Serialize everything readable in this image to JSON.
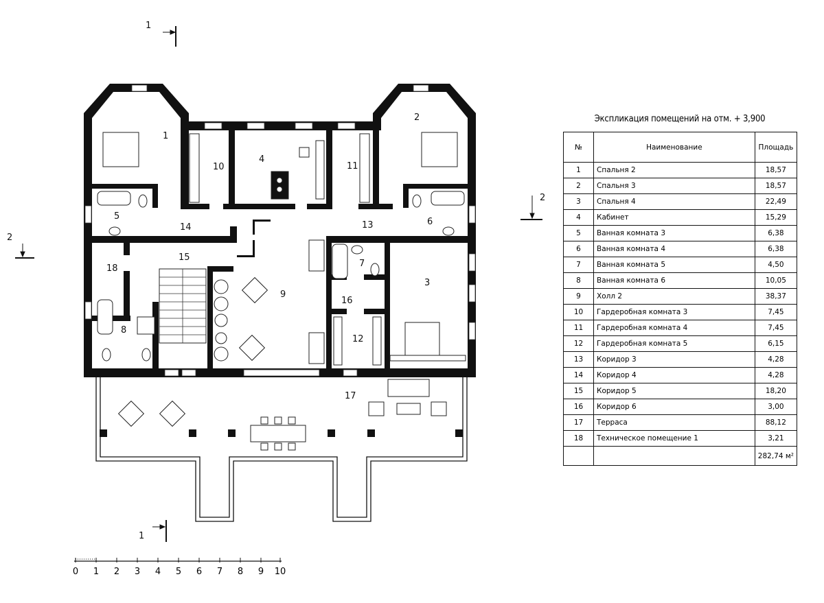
{
  "explication": {
    "title": "Экспликация помещений на отм. + 3,900",
    "headers": {
      "num": "№",
      "name": "Наименование",
      "area": "Площадь"
    },
    "rows": [
      {
        "num": "1",
        "name": "Спальня 2",
        "area": "18,57"
      },
      {
        "num": "2",
        "name": "Спальня 3",
        "area": "18,57"
      },
      {
        "num": "3",
        "name": "Спальня 4",
        "area": "22,49"
      },
      {
        "num": "4",
        "name": "Кабинет",
        "area": "15,29"
      },
      {
        "num": "5",
        "name": "Ванная комната 3",
        "area": "6,38"
      },
      {
        "num": "6",
        "name": "Ванная комната 4",
        "area": "6,38"
      },
      {
        "num": "7",
        "name": "Ванная комната 5",
        "area": "4,50"
      },
      {
        "num": "8",
        "name": "Ванная комната 6",
        "area": "10,05"
      },
      {
        "num": "9",
        "name": "Холл 2",
        "area": "38,37"
      },
      {
        "num": "10",
        "name": "Гардеробная комната 3",
        "area": "7,45"
      },
      {
        "num": "11",
        "name": "Гардеробная комната 4",
        "area": "7,45"
      },
      {
        "num": "12",
        "name": "Гардеробная комната 5",
        "area": "6,15"
      },
      {
        "num": "13",
        "name": "Коридор 3",
        "area": "4,28"
      },
      {
        "num": "14",
        "name": "Коридор 4",
        "area": "4,28"
      },
      {
        "num": "15",
        "name": "Коридор 5",
        "area": "18,20"
      },
      {
        "num": "16",
        "name": "Коридор 6",
        "area": "3,00"
      },
      {
        "num": "17",
        "name": "Терраса",
        "area": "88,12"
      },
      {
        "num": "18",
        "name": "Техническое помещение 1",
        "area": "3,21"
      }
    ],
    "total": "282,74 м²"
  },
  "plan": {
    "rooms": [
      "1",
      "2",
      "3",
      "4",
      "5",
      "6",
      "7",
      "8",
      "9",
      "10",
      "11",
      "12",
      "13",
      "14",
      "15",
      "16",
      "17",
      "18"
    ],
    "sections": {
      "s1_top": "1",
      "s1_bottom": "1",
      "s2_left": "2",
      "s2_right": "2"
    }
  },
  "scale_bar": {
    "labels": [
      "0",
      "1",
      "2",
      "3",
      "4",
      "5",
      "6",
      "7",
      "8",
      "9",
      "10"
    ]
  }
}
